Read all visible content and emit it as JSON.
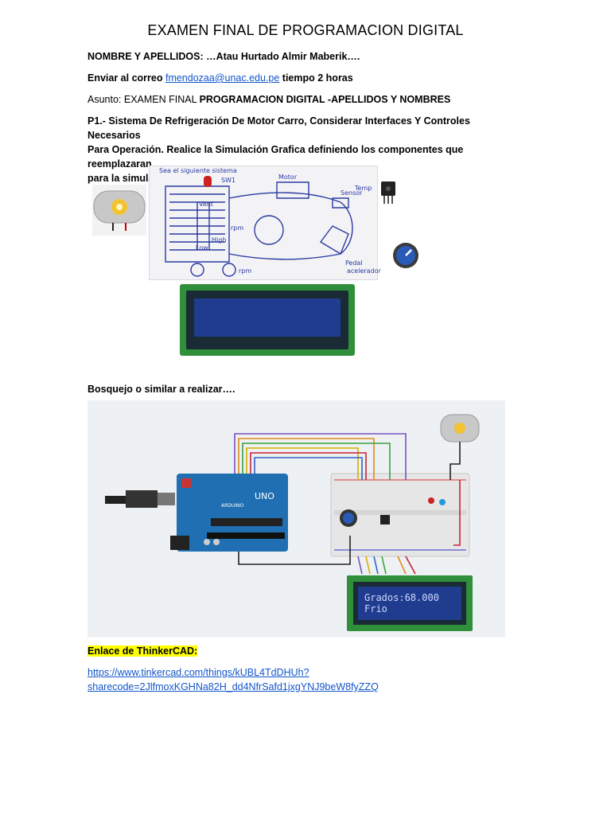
{
  "document": {
    "title": "EXAMEN FINAL DE PROGRAMACION DIGITAL",
    "name_line": "NOMBRE Y APELLIDOS: …Atau Hurtado Almir Maberik….",
    "email_prefix": "Enviar al correo ",
    "email_link": "fmendozaa@unac.edu.pe",
    "email_suffix": "  tiempo 2 horas",
    "subject_prefix": "Asunto: EXAMEN FINAL ",
    "subject_bold": "PROGRAMACION DIGITAL -APELLIDOS Y NOMBRES",
    "p1_line1": "P1.- Sistema De Refrigeración De Motor Carro, Considerar Interfaces Y Controles Necesarios",
    "p1_line2": "Para Operación. Realice la Simulación Grafica definiendo los componentes que reemplazaran",
    "p1_line3": "para la simulación en el ThinkerCAD. (4Pts.)",
    "sketch_heading": "Bosquejo o similar a realizar….",
    "tinkercad_heading": "Enlace de ThinkerCAD:",
    "tinkercad_link_line1": "https://www.tinkercad.com/things/kUBL4TdDHUh?",
    "tinkercad_link_line2": "sharecode=2JlfmoxKGHNa82H_dd4NfrSafd1jxgYNJ9beW8fyZZQ"
  },
  "sketch": {
    "caption_top": "Sea el siguiente sistema",
    "labels": [
      "SW1",
      "Motor",
      "Sensor",
      "Temp",
      "Vent",
      "rpm",
      "High",
      "Low",
      "rpm",
      "Pedal",
      "acelerador"
    ]
  },
  "circuit": {
    "lcd_line1": "Grados:68.000",
    "lcd_line2": "Frio",
    "arduino_label": "UNO",
    "arduino_brand": "ARDUINO"
  },
  "colors": {
    "link": "#1155cc",
    "highlight": "#ffff00",
    "lcd_screen": "#1f3c8f",
    "lcd_board": "#2f8f3a",
    "arduino_board": "#1f6fb2"
  }
}
